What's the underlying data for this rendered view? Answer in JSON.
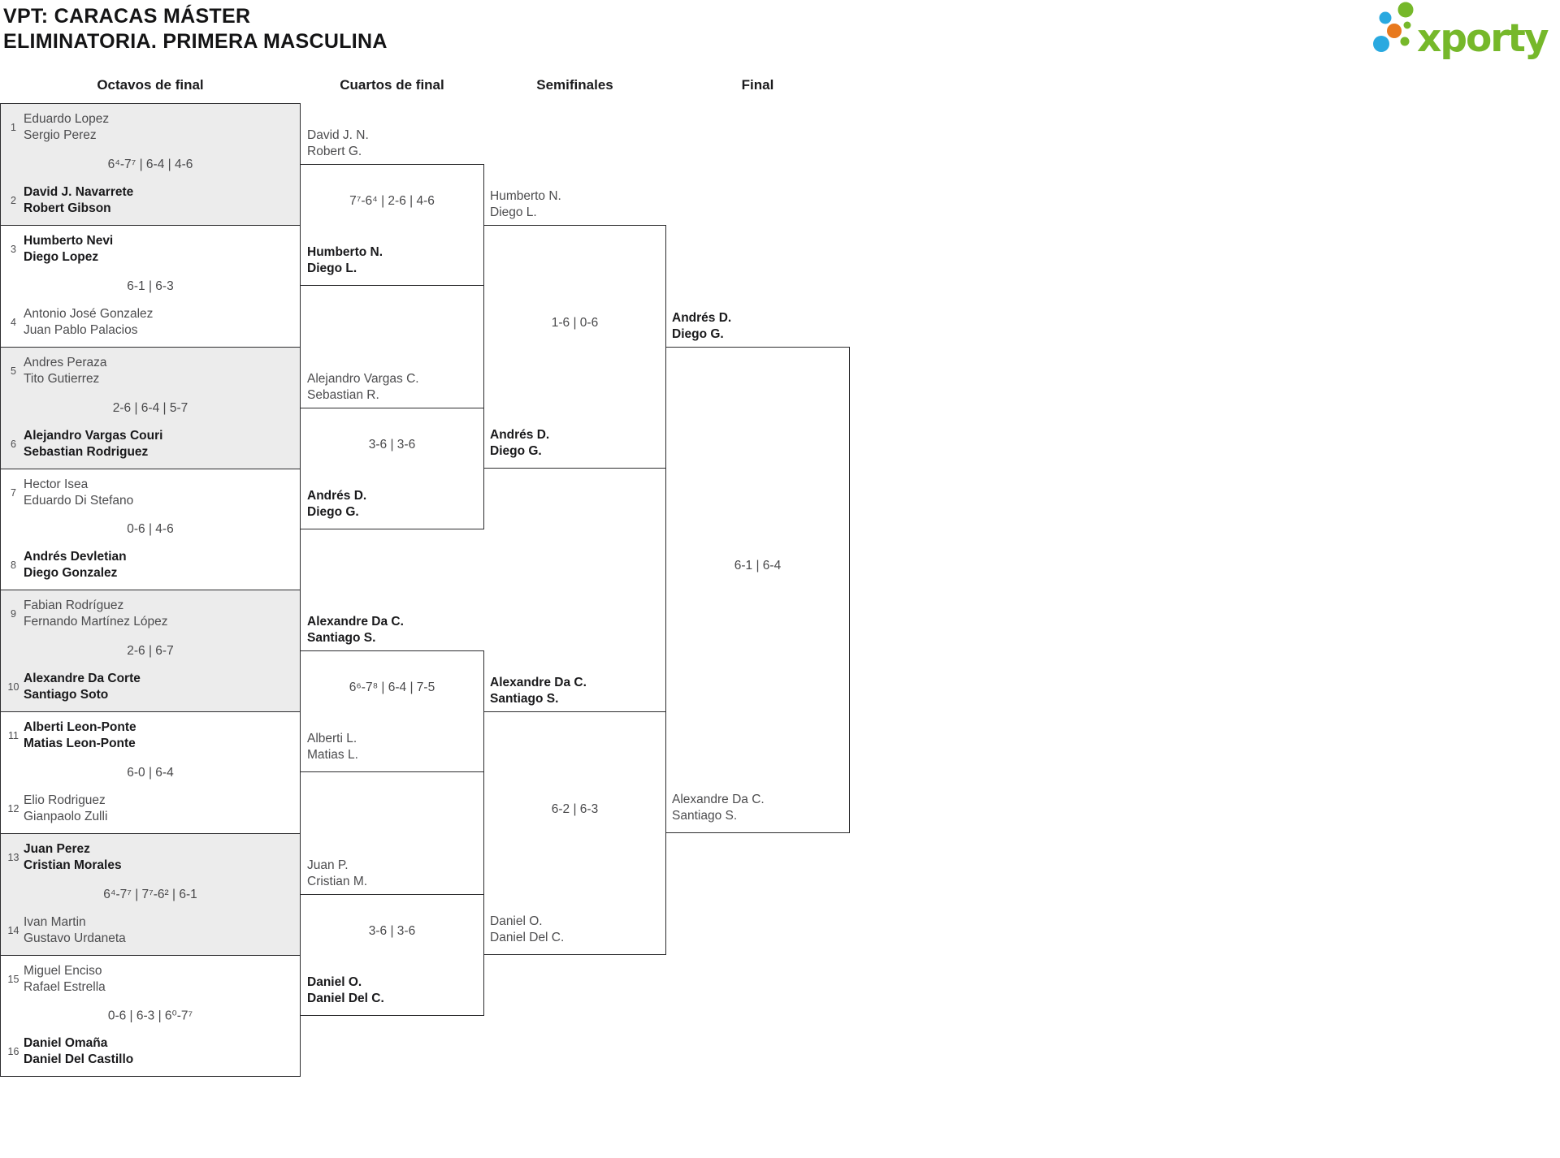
{
  "header": {
    "title_line1": "VPT: CARACAS MÁSTER",
    "title_line2": "ELIMINATORIA. PRIMERA MASCULINA"
  },
  "logo": {
    "text": "xporty",
    "colors": {
      "green": "#76b82a",
      "blue": "#29a9e0",
      "orange": "#e8791e"
    }
  },
  "rounds": {
    "r16_label": "Octavos de final",
    "qf_label": "Cuartos de final",
    "sf_label": "Semifinales",
    "final_label": "Final"
  },
  "r16": [
    {
      "seed1": "1",
      "team1": [
        "Eduardo Lopez",
        "Sergio Perez"
      ],
      "winner1": false,
      "score": "6⁴-7⁷ | 6-4 | 4-6",
      "seed2": "2",
      "team2": [
        "David J. Navarrete",
        "Robert Gibson"
      ],
      "winner2": true
    },
    {
      "seed1": "3",
      "team1": [
        "Humberto Nevi",
        "Diego Lopez"
      ],
      "winner1": true,
      "score": "6-1 | 6-3",
      "seed2": "4",
      "team2": [
        "Antonio José Gonzalez",
        "Juan Pablo Palacios"
      ],
      "winner2": false
    },
    {
      "seed1": "5",
      "team1": [
        "Andres Peraza",
        "Tito Gutierrez"
      ],
      "winner1": false,
      "score": "2-6 | 6-4 | 5-7",
      "seed2": "6",
      "team2": [
        "Alejandro Vargas Couri",
        "Sebastian Rodriguez"
      ],
      "winner2": true
    },
    {
      "seed1": "7",
      "team1": [
        "Hector Isea",
        "Eduardo Di Stefano"
      ],
      "winner1": false,
      "score": "0-6 | 4-6",
      "seed2": "8",
      "team2": [
        "Andrés Devletian",
        "Diego Gonzalez"
      ],
      "winner2": true
    },
    {
      "seed1": "9",
      "team1": [
        "Fabian Rodríguez",
        "Fernando Martínez López"
      ],
      "winner1": false,
      "score": "2-6 | 6-7",
      "seed2": "10",
      "team2": [
        "Alexandre Da Corte",
        "Santiago Soto"
      ],
      "winner2": true
    },
    {
      "seed1": "11",
      "team1": [
        "Alberti Leon-Ponte",
        "Matias Leon-Ponte"
      ],
      "winner1": true,
      "score": "6-0 | 6-4",
      "seed2": "12",
      "team2": [
        "Elio Rodriguez",
        "Gianpaolo Zulli"
      ],
      "winner2": false
    },
    {
      "seed1": "13",
      "team1": [
        "Juan Perez",
        "Cristian Morales"
      ],
      "winner1": true,
      "score": "6⁴-7⁷ | 7⁷-6² | 6-1",
      "seed2": "14",
      "team2": [
        "Ivan Martin",
        "Gustavo Urdaneta"
      ],
      "winner2": false
    },
    {
      "seed1": "15",
      "team1": [
        "Miguel Enciso",
        "Rafael Estrella"
      ],
      "winner1": false,
      "score": "0-6 | 6-3 | 6⁰-7⁷",
      "seed2": "16",
      "team2": [
        "Daniel Omaña",
        "Daniel Del Castillo"
      ],
      "winner2": true
    }
  ],
  "qf": [
    {
      "team1": [
        "David J. N.",
        "Robert G."
      ],
      "winner1": false,
      "score": "7⁷-6⁴ | 2-6 | 4-6",
      "team2": [
        "Humberto N.",
        "Diego L."
      ],
      "winner2": true
    },
    {
      "team1": [
        "Alejandro Vargas C.",
        "Sebastian R."
      ],
      "winner1": false,
      "score": "3-6 | 3-6",
      "team2": [
        "Andrés D.",
        "Diego G."
      ],
      "winner2": true
    },
    {
      "team1": [
        "Alexandre Da C.",
        "Santiago S."
      ],
      "winner1": true,
      "score": "6⁶-7⁸ | 6-4 | 7-5",
      "team2": [
        "Alberti L.",
        "Matias L."
      ],
      "winner2": false
    },
    {
      "team1": [
        "Juan P.",
        "Cristian M."
      ],
      "winner1": false,
      "score": "3-6 | 3-6",
      "team2": [
        "Daniel O.",
        "Daniel Del C."
      ],
      "winner2": true
    }
  ],
  "sf": [
    {
      "team1": [
        "Humberto N.",
        "Diego L."
      ],
      "winner1": false,
      "score": "1-6 | 0-6",
      "team2": [
        "Andrés D.",
        "Diego G."
      ],
      "winner2": true
    },
    {
      "team1": [
        "Alexandre Da C.",
        "Santiago S."
      ],
      "winner1": true,
      "score": "6-2 | 6-3",
      "team2": [
        "Daniel O.",
        "Daniel Del C."
      ],
      "winner2": false
    }
  ],
  "final": {
    "team1": [
      "Andrés D.",
      "Diego G."
    ],
    "winner1": true,
    "score": "6-1 | 6-4",
    "team2": [
      "Alexandre Da C.",
      "Santiago S."
    ],
    "winner2": false
  }
}
